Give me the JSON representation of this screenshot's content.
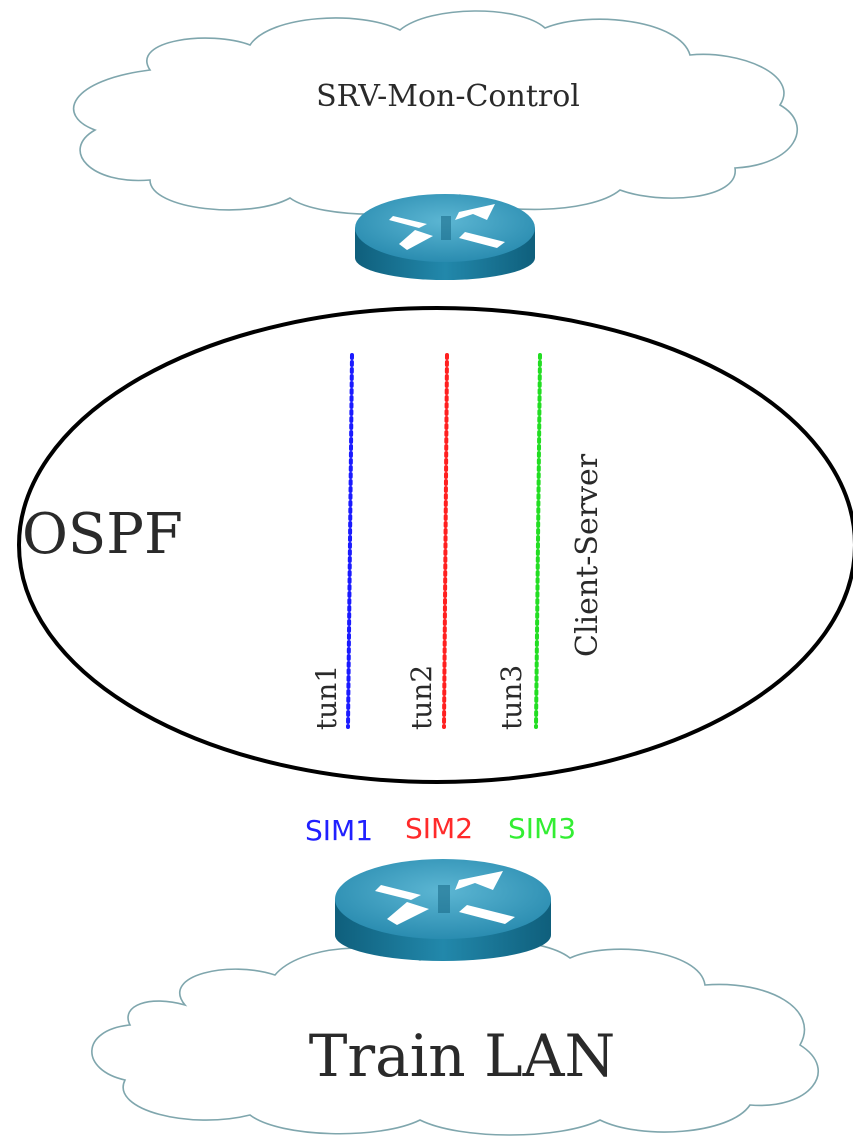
{
  "clouds": {
    "top": {
      "label": "SRV-Mon-Control"
    },
    "bottom": {
      "label": "Train LAN"
    }
  },
  "ospf": {
    "label": "OSPF",
    "mode_label": "Client-Server"
  },
  "tunnels": [
    {
      "label": "tun1",
      "color": "#1a1aff"
    },
    {
      "label": "tun2",
      "color": "#ff2020"
    },
    {
      "label": "tun3",
      "color": "#22dd22"
    }
  ],
  "sims": [
    {
      "label": "SIM1",
      "color": "#2020ff"
    },
    {
      "label": "SIM2",
      "color": "#ff2a2a"
    },
    {
      "label": "SIM3",
      "color": "#33ee33"
    }
  ],
  "colors": {
    "router_body": "#1d7fa0",
    "router_top": "#43a3c2",
    "cloud_outline": "#7fa6ad",
    "ellipse_stroke": "#000000"
  },
  "icons": [
    "cloud-icon",
    "router-icon"
  ]
}
